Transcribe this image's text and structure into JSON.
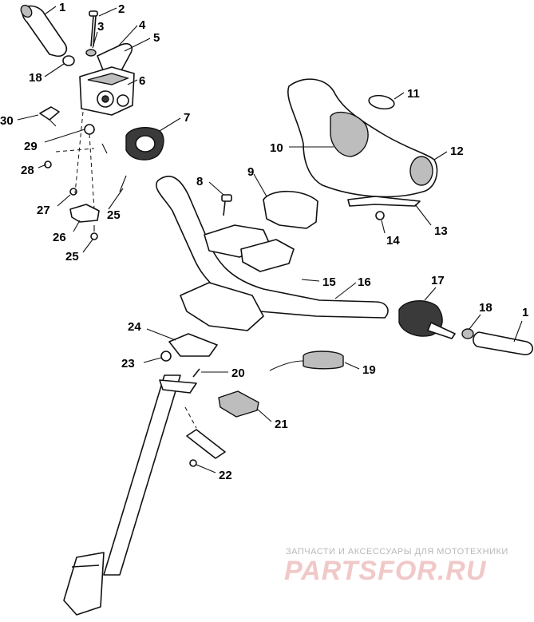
{
  "callouts": [
    {
      "id": "c1a",
      "label": "1"
    },
    {
      "id": "c2",
      "label": "2"
    },
    {
      "id": "c3",
      "label": "3"
    },
    {
      "id": "c4",
      "label": "4"
    },
    {
      "id": "c5",
      "label": "5"
    },
    {
      "id": "c18a",
      "label": "18"
    },
    {
      "id": "c6",
      "label": "6"
    },
    {
      "id": "c30",
      "label": "30"
    },
    {
      "id": "c7",
      "label": "7"
    },
    {
      "id": "c29",
      "label": "29"
    },
    {
      "id": "c28",
      "label": "28"
    },
    {
      "id": "c27",
      "label": "27"
    },
    {
      "id": "c25a",
      "label": "25"
    },
    {
      "id": "c26",
      "label": "26"
    },
    {
      "id": "c25b",
      "label": "25"
    },
    {
      "id": "c8",
      "label": "8"
    },
    {
      "id": "c9",
      "label": "9"
    },
    {
      "id": "c11",
      "label": "11"
    },
    {
      "id": "c10",
      "label": "10"
    },
    {
      "id": "c12",
      "label": "12"
    },
    {
      "id": "c13",
      "label": "13"
    },
    {
      "id": "c14",
      "label": "14"
    },
    {
      "id": "c15",
      "label": "15"
    },
    {
      "id": "c16",
      "label": "16"
    },
    {
      "id": "c17",
      "label": "17"
    },
    {
      "id": "c18b",
      "label": "18"
    },
    {
      "id": "c1b",
      "label": "1"
    },
    {
      "id": "c24",
      "label": "24"
    },
    {
      "id": "c23",
      "label": "23"
    },
    {
      "id": "c20",
      "label": "20"
    },
    {
      "id": "c19",
      "label": "19"
    },
    {
      "id": "c21",
      "label": "21"
    },
    {
      "id": "c22",
      "label": "22"
    }
  ],
  "watermark": {
    "tagline": "ЗАПЧАСТИ И АКСЕССУАРЫ ДЛЯ МОТОТЕХНИКИ",
    "brand": "PARTSFOR.RU"
  }
}
